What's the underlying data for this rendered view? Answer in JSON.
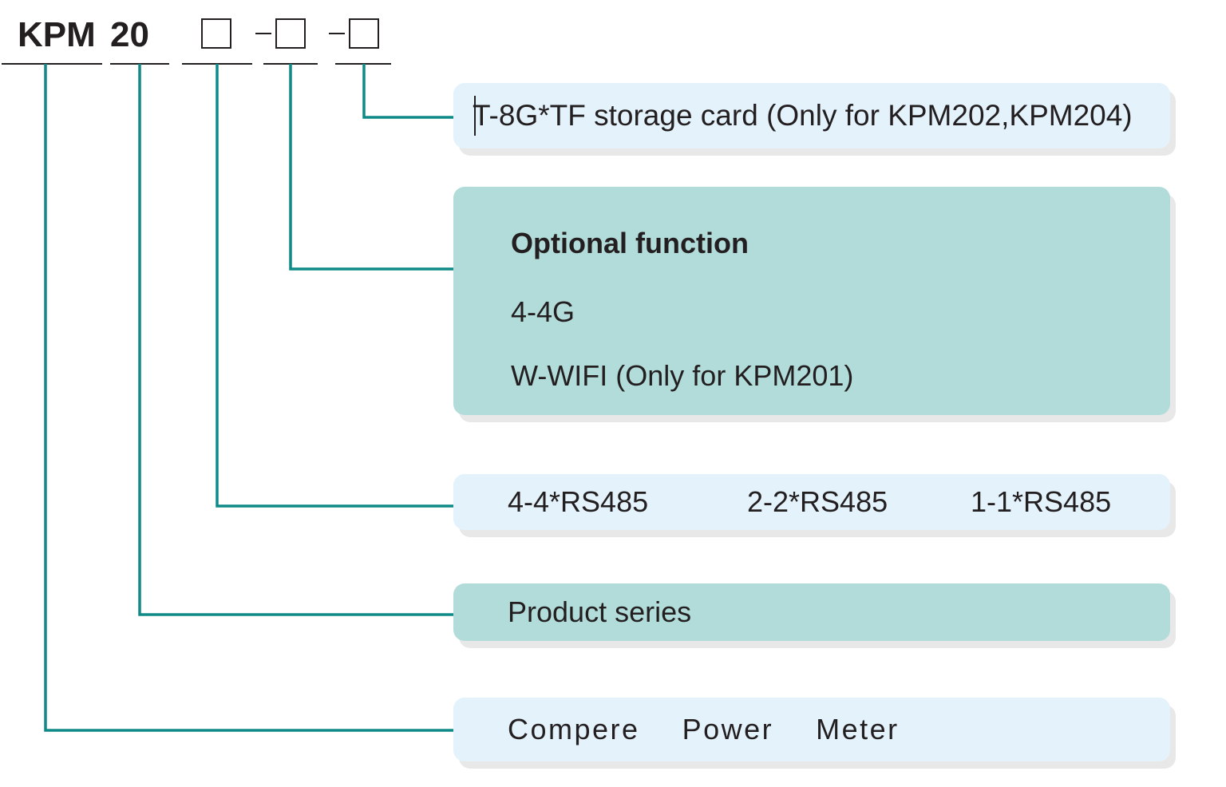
{
  "product_code": {
    "prefix": "KPM",
    "series_number": "20",
    "placeholder_boxes": [
      "",
      "",
      ""
    ],
    "separators": [
      "-",
      "-"
    ]
  },
  "callouts": {
    "tf_card": {
      "text": "T-8G*TF storage card (Only for KPM202,KPM204)",
      "background": "#e3f2fb"
    },
    "optional_function": {
      "title": "Optional function",
      "option_4g": "4-4G",
      "option_wifi": "W-WIFI (Only for KPM201)",
      "background": "#b2dcd9"
    },
    "rs485": {
      "option_4": "4-4*RS485",
      "option_2": "2-2*RS485",
      "option_1": "1-1*RS485",
      "background": "#e3f2fb"
    },
    "product_series": {
      "text": "Product series",
      "background": "#b2dcd9"
    },
    "power_meter": {
      "text": "Compere  Power  Meter",
      "background": "#e3f2fb"
    }
  },
  "colors": {
    "connector_line": "#0f8a87",
    "underline": "#231f20",
    "text": "#231f20",
    "shadow": "#e8e8e8",
    "page_background": "#ffffff"
  }
}
